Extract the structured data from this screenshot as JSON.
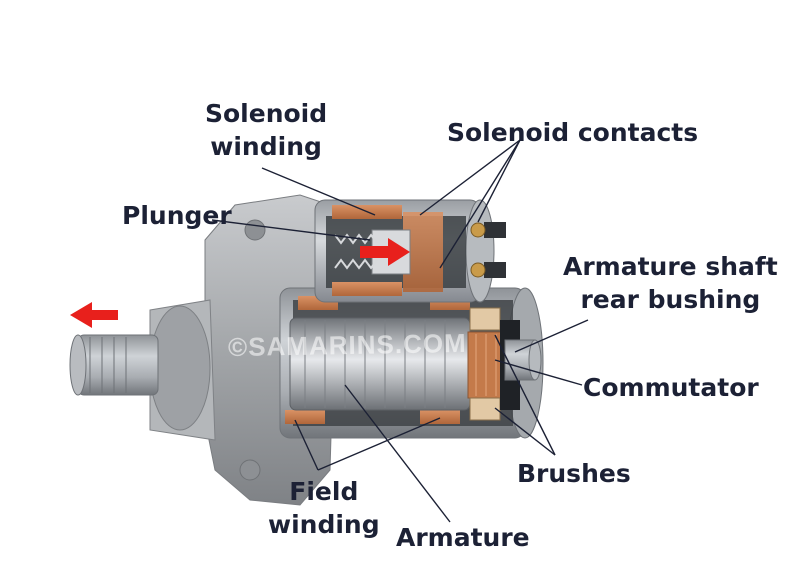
{
  "labels": {
    "solenoid_winding_l1": "Solenoid",
    "solenoid_winding_l2": "winding",
    "solenoid_contacts": "Solenoid contacts",
    "plunger": "Plunger",
    "armature_shaft_l1": "Armature shaft",
    "armature_shaft_l2": "rear bushing",
    "commutator": "Commutator",
    "brushes": "Brushes",
    "field_winding_l1": "Field",
    "field_winding_l2": "winding",
    "armature": "Armature"
  },
  "watermark": "©SAMARINS.COM",
  "colors": {
    "label_text": "#1c2135",
    "pointer_line": "#1c2135",
    "arrow_red": "#e8201c",
    "winding_copper": "#c97e4c",
    "housing_gray": "#a5a8ab"
  }
}
